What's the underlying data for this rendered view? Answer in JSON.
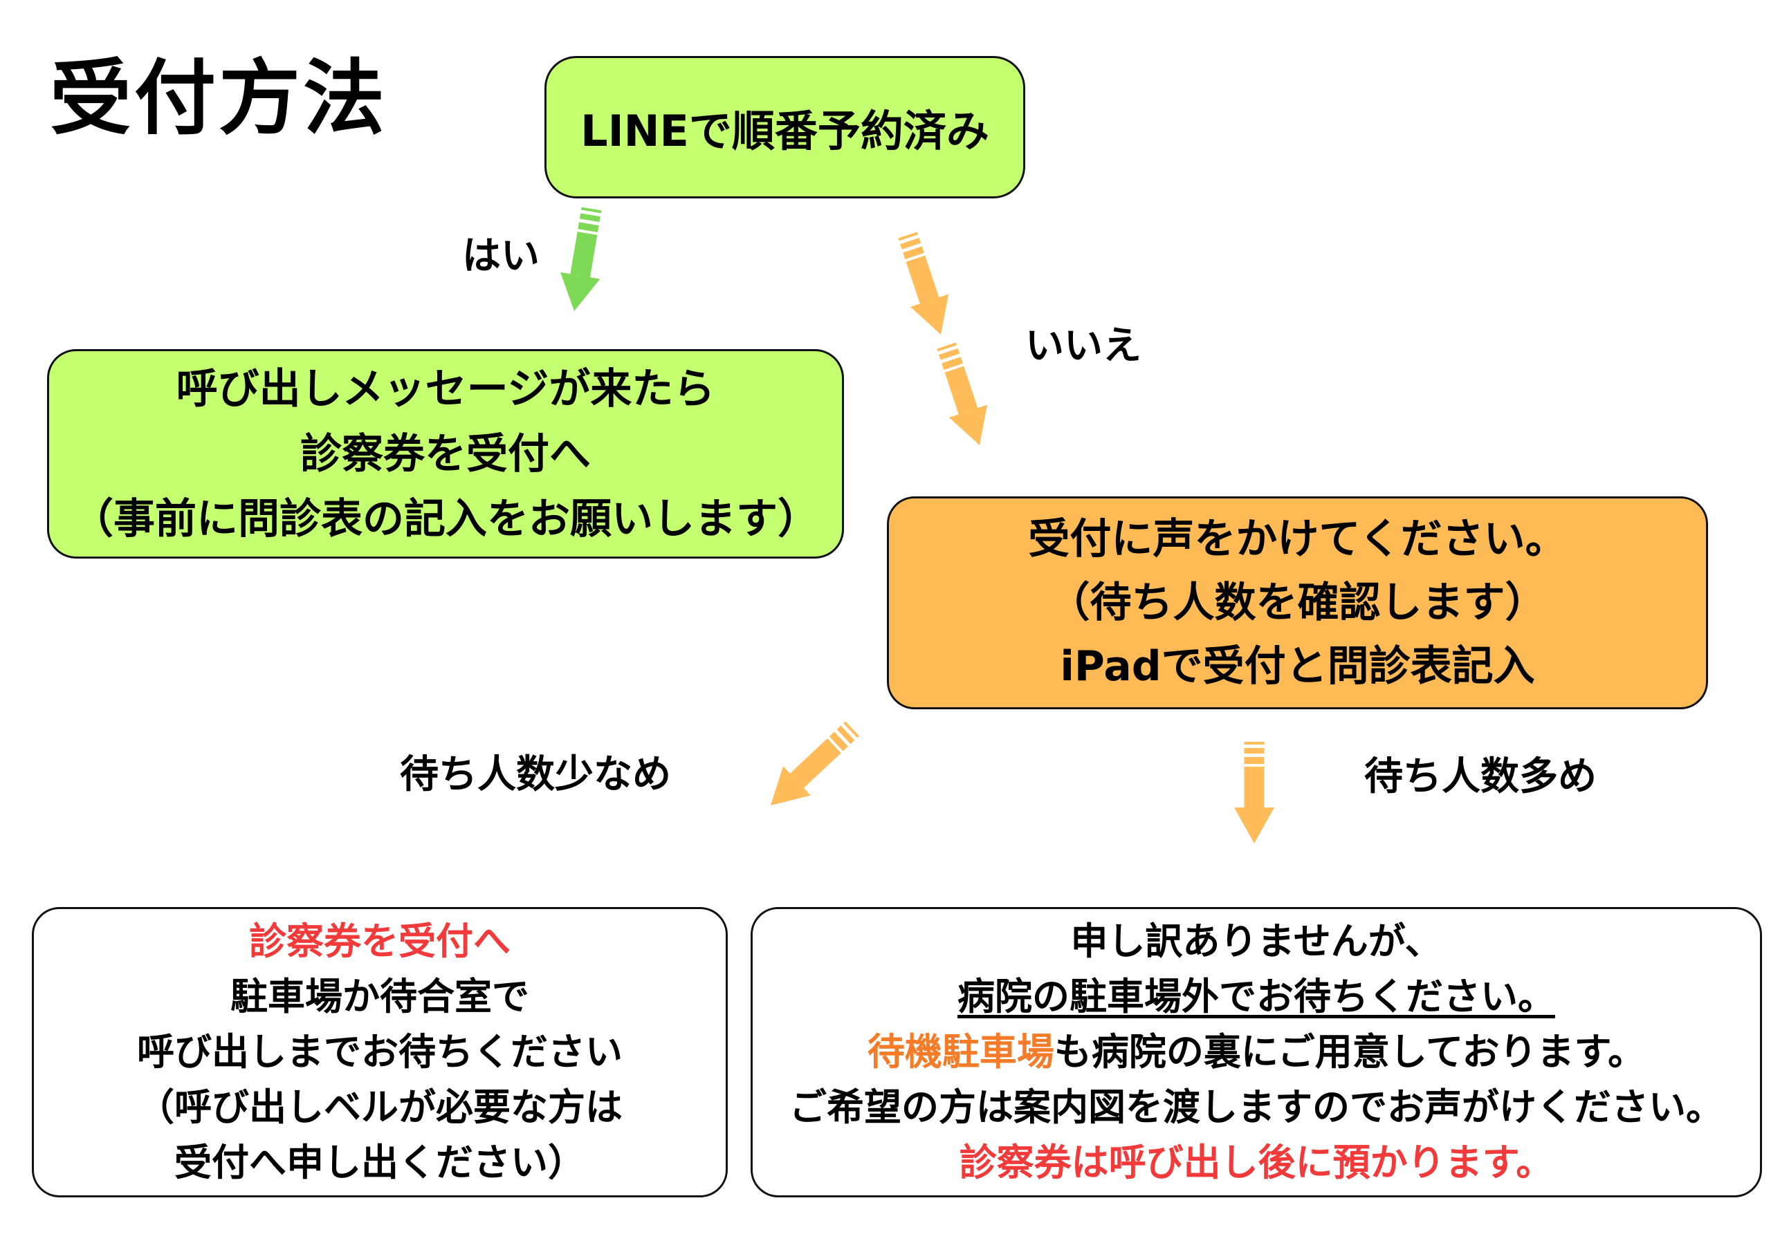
{
  "title": "受付方法",
  "colors": {
    "green_fill": "#c3ff6e",
    "orange_fill": "#fdba55",
    "green_arrow": "#7ed957",
    "orange_arrow": "#ffbc58",
    "red_text": "#f23a3a",
    "orange_text": "#f47b28"
  },
  "start": {
    "question": "LINEで順番予約済み"
  },
  "branches": {
    "yes_label": "はい",
    "no_label": "いいえ"
  },
  "yes_box": {
    "lines": [
      "呼び出しメッセージが来たら",
      "診察券を受付へ",
      "（事前に問診表の記入をお願いします）"
    ]
  },
  "no_box": {
    "lines": [
      "受付に声をかけてください。",
      "（待ち人数を確認します）",
      "iPadで受付と問診表記入"
    ]
  },
  "wait_labels": {
    "few": "待ち人数少なめ",
    "many": "待ち人数多め"
  },
  "few_box": {
    "highlight": "診察券を受付へ",
    "lines": [
      "駐車場か待合室で",
      "呼び出しまでお待ちください",
      "（呼び出しベルが必要な方は",
      "受付へ申し出ください）"
    ]
  },
  "many_box": {
    "line1": "申し訳ありませんが、",
    "line2_underlined": "病院の駐車場外でお待ちください。",
    "line3_highlight": "待機駐車場",
    "line3_rest": "も病院の裏にご用意しております。",
    "line4": "ご希望の方は案内図を渡しますのでお声がけください。",
    "line5_red": "診察券は呼び出し後に預かります。"
  }
}
